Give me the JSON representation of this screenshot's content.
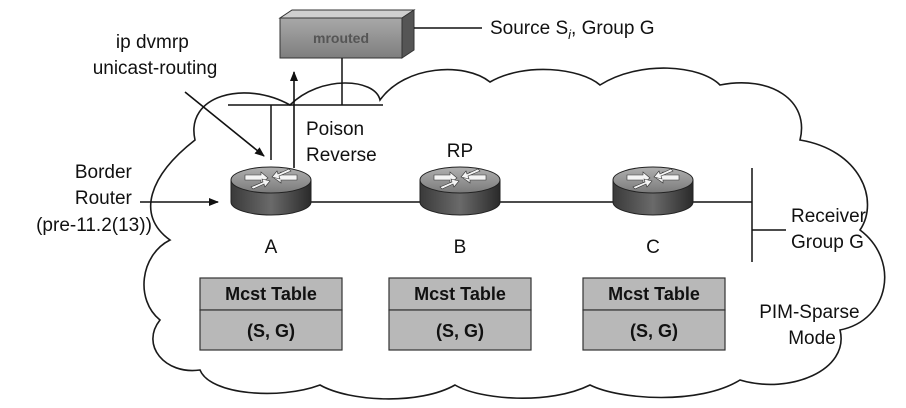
{
  "mrouted": {
    "label": "mrouted"
  },
  "source": {
    "prefix": "Source S",
    "subscript": "i",
    "suffix": ", Group G"
  },
  "dvmrp": {
    "line1": "ip dvmrp",
    "line2": "unicast-routing"
  },
  "poison": {
    "line1": "Poison",
    "line2": "Reverse"
  },
  "border": {
    "line1": "Border",
    "line2": "Router",
    "line3": "(pre-11.2(13))"
  },
  "rp": {
    "label": "RP"
  },
  "receiver": {
    "line1": "Receiver",
    "line2": "Group G"
  },
  "pim": {
    "line1": "PIM-Sparse",
    "line2": "Mode"
  },
  "routers": {
    "a": "A",
    "b": "B",
    "c": "C"
  },
  "tables": [
    {
      "header": "Mcst Table",
      "entry": "(S, G)"
    },
    {
      "header": "Mcst Table",
      "entry": "(S, G)"
    },
    {
      "header": "Mcst Table",
      "entry": "(S, G)"
    }
  ]
}
